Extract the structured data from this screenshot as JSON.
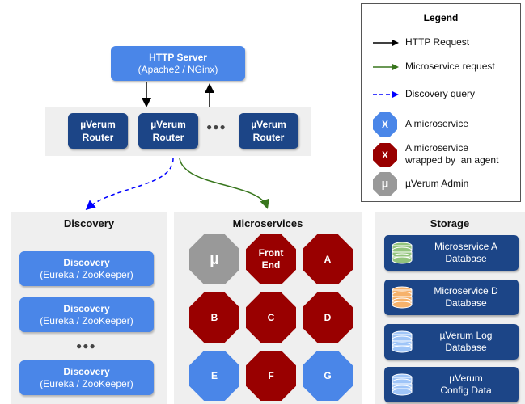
{
  "http_server": {
    "title": "HTTP Server",
    "subtitle": "(Apache2 / NGinx)"
  },
  "routers": [
    {
      "line1": "µVerum",
      "line2": "Router"
    },
    {
      "line1": "µVerum",
      "line2": "Router"
    },
    {
      "line1": "µVerum",
      "line2": "Router"
    }
  ],
  "ellipsis": "●●●",
  "discovery": {
    "title": "Discovery",
    "items": [
      {
        "title": "Discovery",
        "subtitle": "(Eureka / ZooKeeper)"
      },
      {
        "title": "Discovery",
        "subtitle": "(Eureka / ZooKeeper)"
      },
      {
        "title": "Discovery",
        "subtitle": "(Eureka / ZooKeeper)"
      }
    ]
  },
  "microservices": {
    "title": "Microservices",
    "nodes": [
      {
        "label": "µ",
        "kind": "admin"
      },
      {
        "label": "Front End",
        "kind": "agent"
      },
      {
        "label": "A",
        "kind": "agent"
      },
      {
        "label": "B",
        "kind": "agent"
      },
      {
        "label": "C",
        "kind": "agent"
      },
      {
        "label": "D",
        "kind": "agent"
      },
      {
        "label": "E",
        "kind": "plain"
      },
      {
        "label": "F",
        "kind": "agent"
      },
      {
        "label": "G",
        "kind": "plain"
      }
    ]
  },
  "storage": {
    "title": "Storage",
    "items": [
      {
        "line1": "Microservice A",
        "line2": "Database",
        "icon": "database-icon",
        "color": "#93c47d"
      },
      {
        "line1": "Microservice D",
        "line2": "Database",
        "icon": "database-icon",
        "color": "#f6b26b"
      },
      {
        "line1": "µVerum Log",
        "line2": "Database",
        "icon": "database-icon",
        "color": "#9fc5f8"
      },
      {
        "line1": "µVerum",
        "line2": "Config Data",
        "icon": "database-icon",
        "color": "#9fc5f8"
      }
    ]
  },
  "legend": {
    "title": "Legend",
    "http_request": "HTTP Request",
    "microservice_request": "Microservice request",
    "discovery_query": "Discovery query",
    "microservice_symbol": "X",
    "microservice": "A microservice",
    "agent_symbol": "X",
    "agent_line1": "A microservice",
    "agent_line2": "wrapped by  an agent",
    "admin_symbol": "µ",
    "admin": "µVerum Admin"
  },
  "colors": {
    "blue": "#4a86e8",
    "dark_blue": "#1c4587",
    "dark_red": "#990000",
    "gray": "#999999",
    "panel": "#efefef",
    "green_arrow": "#38761d",
    "blue_arrow": "#0000ff"
  }
}
